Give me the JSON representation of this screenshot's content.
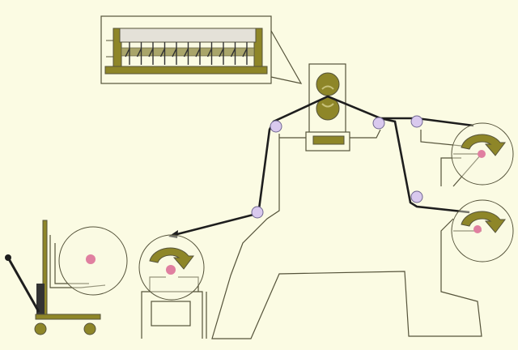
{
  "diagram": {
    "colors": {
      "background": "#fbfbe3",
      "outline": "#55533a",
      "web": "#1e1e1e",
      "olive": "#8e8628",
      "roller": "#d9c9ee",
      "hub": "#e07fa0",
      "rail": "#e4e1d8"
    },
    "icons": [
      "slitter-knife-assembly",
      "slitting-rolls",
      "guide-roller",
      "rewind-reel",
      "unwind-reel",
      "reel-cart",
      "rotation-arrow"
    ]
  }
}
